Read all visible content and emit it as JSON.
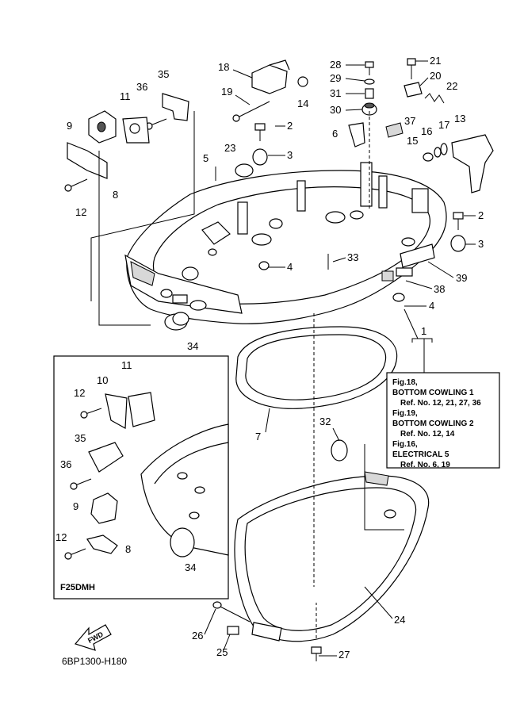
{
  "callouts": [
    {
      "id": "c18",
      "label": "18"
    },
    {
      "id": "c19",
      "label": "19"
    },
    {
      "id": "c14",
      "label": "14"
    },
    {
      "id": "c28",
      "label": "28"
    },
    {
      "id": "c29",
      "label": "29"
    },
    {
      "id": "c31",
      "label": "31"
    },
    {
      "id": "c30",
      "label": "30"
    },
    {
      "id": "c21",
      "label": "21"
    },
    {
      "id": "c20",
      "label": "20"
    },
    {
      "id": "c22",
      "label": "22"
    },
    {
      "id": "c35",
      "label": "35"
    },
    {
      "id": "c36",
      "label": "36"
    },
    {
      "id": "c11",
      "label": "11"
    },
    {
      "id": "c9",
      "label": "9"
    },
    {
      "id": "c8",
      "label": "8"
    },
    {
      "id": "c12",
      "label": "12"
    },
    {
      "id": "c2a",
      "label": "2"
    },
    {
      "id": "c3a",
      "label": "3"
    },
    {
      "id": "c23",
      "label": "23"
    },
    {
      "id": "c5",
      "label": "5"
    },
    {
      "id": "c6",
      "label": "6"
    },
    {
      "id": "c37",
      "label": "37"
    },
    {
      "id": "c16",
      "label": "16"
    },
    {
      "id": "c17",
      "label": "17"
    },
    {
      "id": "c13",
      "label": "13"
    },
    {
      "id": "c15",
      "label": "15"
    },
    {
      "id": "c2b",
      "label": "2"
    },
    {
      "id": "c3b",
      "label": "3"
    },
    {
      "id": "c33",
      "label": "33"
    },
    {
      "id": "c4a",
      "label": "4"
    },
    {
      "id": "c39",
      "label": "39"
    },
    {
      "id": "c38",
      "label": "38"
    },
    {
      "id": "c4b",
      "label": "4"
    },
    {
      "id": "c34",
      "label": "34"
    },
    {
      "id": "c1",
      "label": "1"
    },
    {
      "id": "c7",
      "label": "7"
    },
    {
      "id": "c32",
      "label": "32"
    },
    {
      "id": "c24",
      "label": "24"
    },
    {
      "id": "c26",
      "label": "26"
    },
    {
      "id": "c25",
      "label": "25"
    },
    {
      "id": "c27",
      "label": "27"
    },
    {
      "id": "i11",
      "label": "11"
    },
    {
      "id": "i10",
      "label": "10"
    },
    {
      "id": "i12a",
      "label": "12"
    },
    {
      "id": "i35",
      "label": "35"
    },
    {
      "id": "i36",
      "label": "36"
    },
    {
      "id": "i9",
      "label": "9"
    },
    {
      "id": "i12b",
      "label": "12"
    },
    {
      "id": "i8",
      "label": "8"
    },
    {
      "id": "i34",
      "label": "34"
    }
  ],
  "reference_box": {
    "lines": [
      "Fig.18,",
      "BOTTOM COWLING 1",
      "Ref. No. 12, 21, 27, 36",
      "Fig.19,",
      "BOTTOM COWLING 2",
      "Ref. No. 12, 14",
      "Fig.16,",
      "ELECTRICAL 5",
      "Ref. No. 6, 19"
    ]
  },
  "inset": {
    "model_label": "F25DMH"
  },
  "fwd_label": "FWD",
  "drawing_code": "6BP1300-H180"
}
